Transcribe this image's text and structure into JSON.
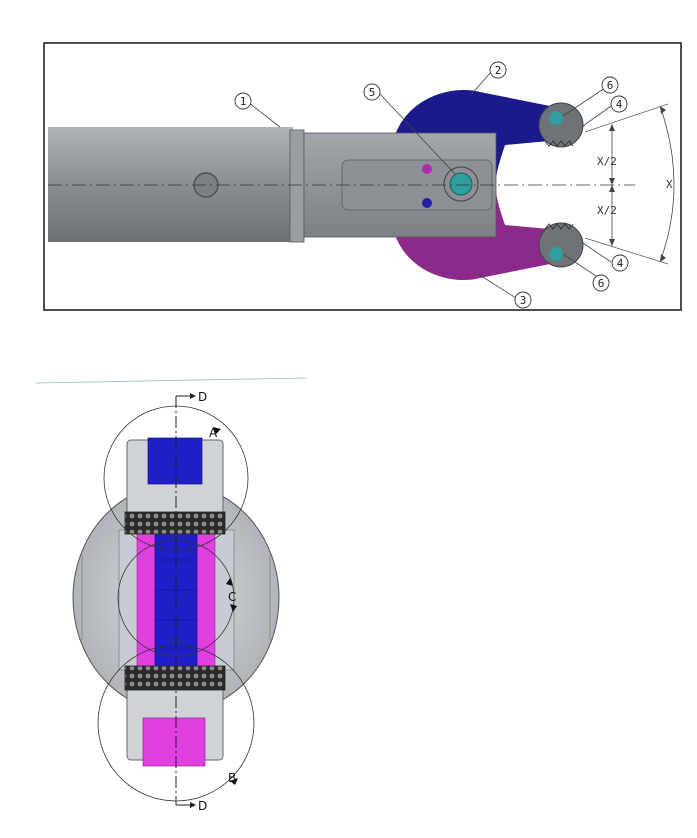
{
  "top_view": {
    "callouts": [
      {
        "id": "c1",
        "text": "1"
      },
      {
        "id": "c2",
        "text": "2"
      },
      {
        "id": "c3",
        "text": "3"
      },
      {
        "id": "c4a",
        "text": "4"
      },
      {
        "id": "c4b",
        "text": "4"
      },
      {
        "id": "c5",
        "text": "5"
      },
      {
        "id": "c6a",
        "text": "6"
      },
      {
        "id": "c6b",
        "text": "6"
      }
    ],
    "dimensions": {
      "half_top": "X/2",
      "half_bottom": "X/2",
      "full": "X"
    },
    "colors": {
      "shaft": "#8a8d93",
      "upper_jaw": "#1a1a8c",
      "lower_jaw": "#8c2a8c",
      "pin": "#2f9e9e"
    }
  },
  "section_view": {
    "section_top": "D",
    "section_bottom": "D",
    "detail_a": "A",
    "detail_b": "B",
    "detail_c": "C",
    "colors": {
      "blue": "#1f1fc8",
      "magenta": "#e040e0",
      "gray": "#c4c7cc"
    }
  }
}
